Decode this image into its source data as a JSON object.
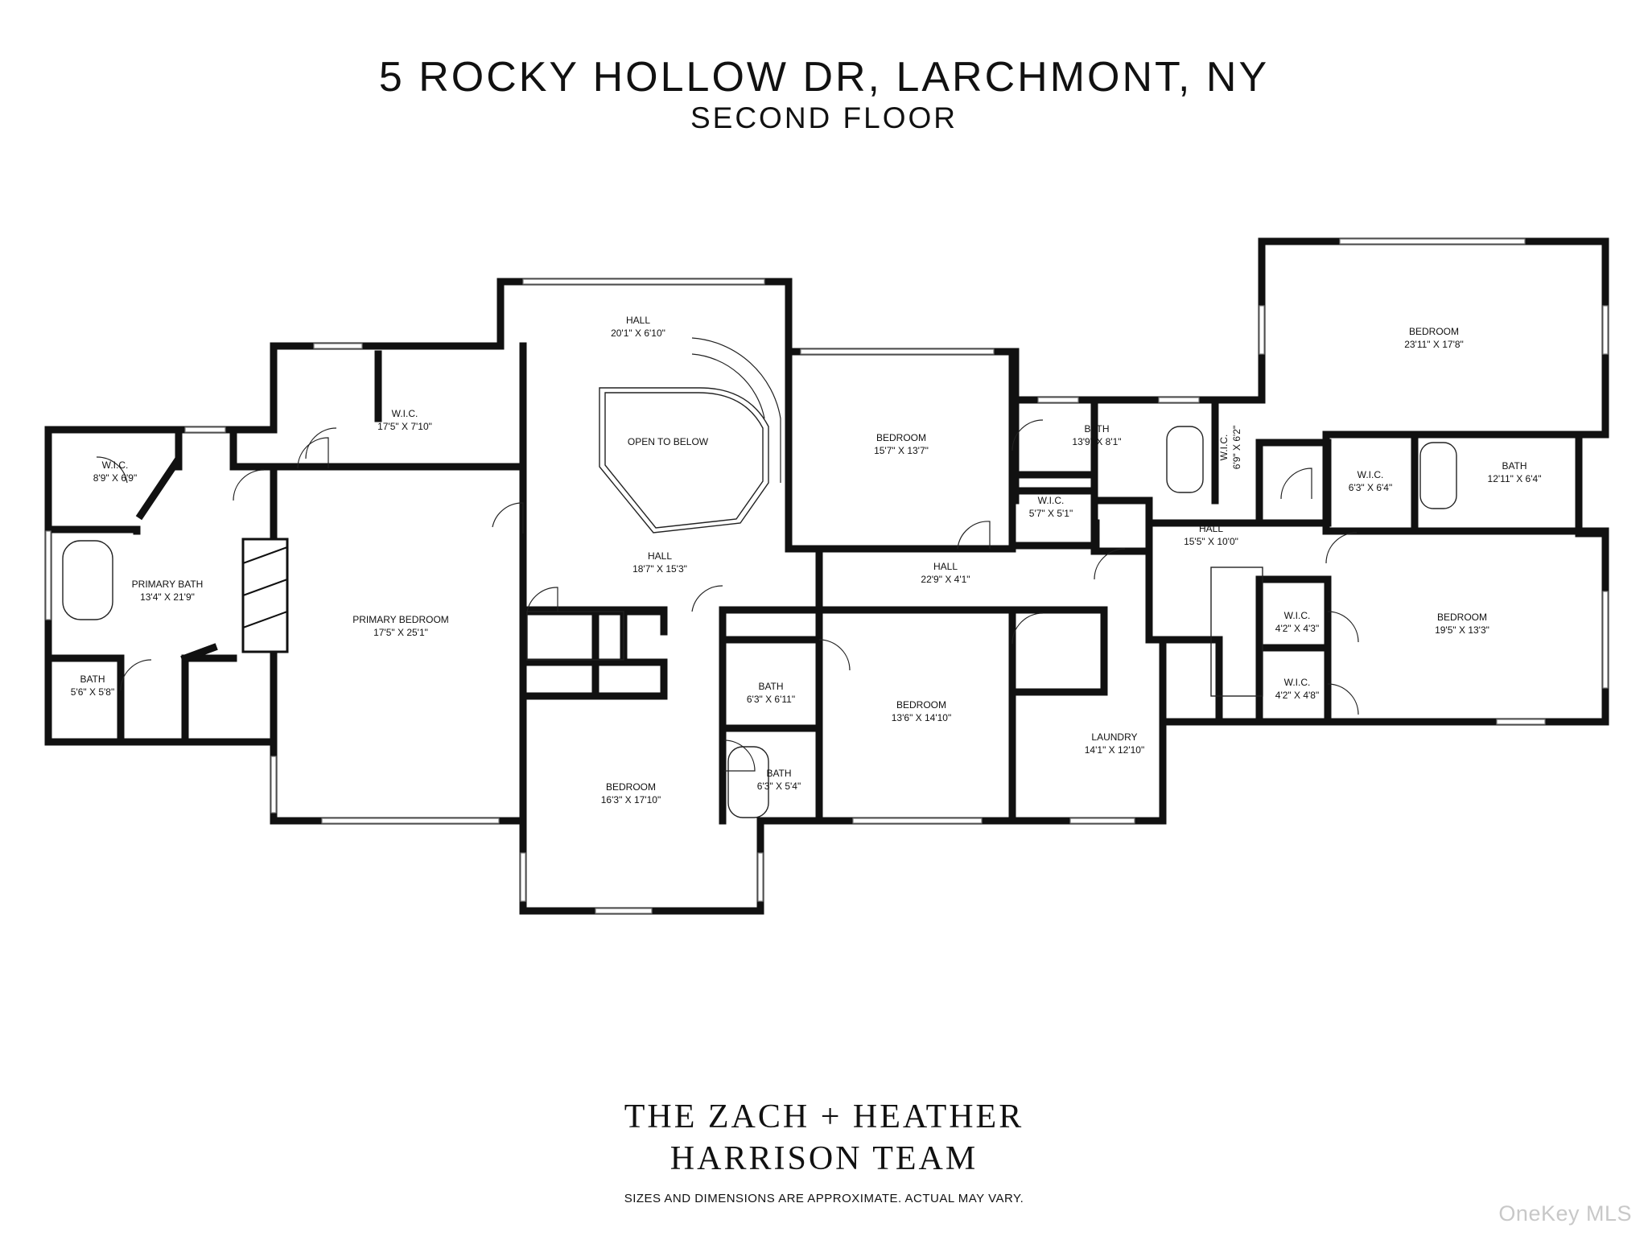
{
  "header": {
    "title": "5 ROCKY HOLLOW DR, LARCHMONT, NY",
    "subtitle": "SECOND FLOOR"
  },
  "rooms": [
    {
      "name": "W.I.C.",
      "dims": "8'9\" X 6'9\""
    },
    {
      "name": "PRIMARY BATH",
      "dims": "13'4\" X 21'9\""
    },
    {
      "name": "BATH",
      "dims": "5'6\" X 5'8\""
    },
    {
      "name": "W.I.C.",
      "dims": "17'5\" X 7'10\""
    },
    {
      "name": "PRIMARY BEDROOM",
      "dims": "17'5\" X 25'1\""
    },
    {
      "name": "HALL",
      "dims": "20'1\" X 6'10\""
    },
    {
      "name": "OPEN TO BELOW",
      "dims": ""
    },
    {
      "name": "HALL",
      "dims": "18'7\" X 15'3\""
    },
    {
      "name": "BEDROOM",
      "dims": "16'3\" X 17'10\""
    },
    {
      "name": "BATH",
      "dims": "6'3\" X 6'11\""
    },
    {
      "name": "BATH",
      "dims": "6'3\" X 5'4\""
    },
    {
      "name": "BEDROOM",
      "dims": "15'7\" X 13'7\""
    },
    {
      "name": "HALL",
      "dims": "22'9\" X 4'1\""
    },
    {
      "name": "BEDROOM",
      "dims": "13'6\" X 14'10\""
    },
    {
      "name": "BATH",
      "dims": "13'9\" X 8'1\""
    },
    {
      "name": "W.I.C.",
      "dims": "5'7\" X 5'1\""
    },
    {
      "name": "W.I.C.",
      "dims": "6'9\" X 6'2\""
    },
    {
      "name": "LAUNDRY",
      "dims": "14'1\" X 12'10\""
    },
    {
      "name": "HALL",
      "dims": "15'5\" X 10'0\""
    },
    {
      "name": "BEDROOM",
      "dims": "23'11\" X 17'8\""
    },
    {
      "name": "W.I.C.",
      "dims": "6'3\" X 6'4\""
    },
    {
      "name": "BATH",
      "dims": "12'11\" X 6'4\""
    },
    {
      "name": "W.I.C.",
      "dims": "4'2\" X 4'3\""
    },
    {
      "name": "W.I.C.",
      "dims": "4'2\" X 4'8\""
    },
    {
      "name": "BEDROOM",
      "dims": "19'5\" X 13'3\""
    }
  ],
  "footer": {
    "team_line1": "THE ZACH + HEATHER",
    "team_line2": "HARRISON TEAM",
    "disclaimer": "SIZES AND DIMENSIONS ARE APPROXIMATE. ACTUAL MAY VARY."
  },
  "watermark": "OneKey MLS"
}
